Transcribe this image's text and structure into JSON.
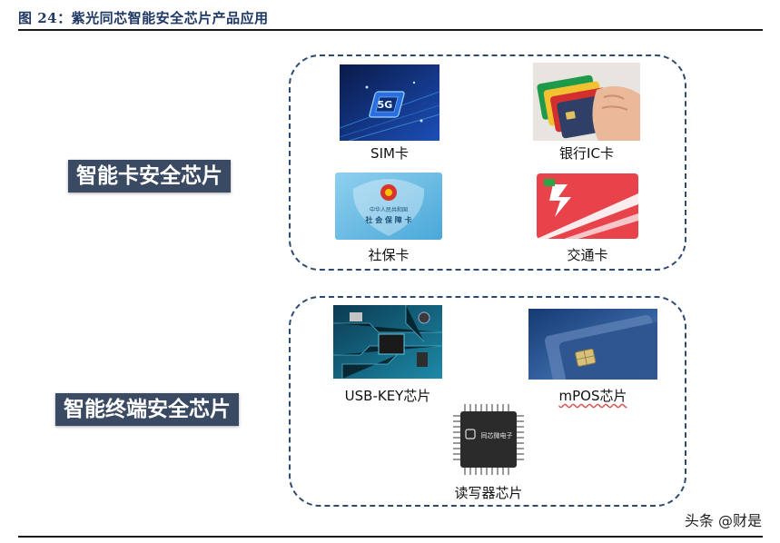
{
  "figure": {
    "title": "图 24：紫光同芯智能安全芯片产品应用"
  },
  "groups": {
    "smart_card": {
      "label": "智能卡安全芯片",
      "items": [
        {
          "caption": "SIM卡",
          "chip_text": "5G"
        },
        {
          "caption": "银行IC卡"
        },
        {
          "caption": "社保卡",
          "card_line1": "中华人民共和国",
          "card_line2": "社 会 保 障 卡"
        },
        {
          "caption": "交通卡"
        }
      ]
    },
    "terminal": {
      "label": "智能终端安全芯片",
      "items": [
        {
          "caption": "USB-KEY芯片"
        },
        {
          "caption": "mPOS芯片"
        },
        {
          "caption": "读写器芯片",
          "chip_logo_text": "同芯微电子"
        }
      ]
    }
  },
  "watermark": "头条 @财是",
  "colors": {
    "title": "#1f3864",
    "badge_bg": "#3b4a63",
    "dashed_border": "#2e4a70"
  }
}
